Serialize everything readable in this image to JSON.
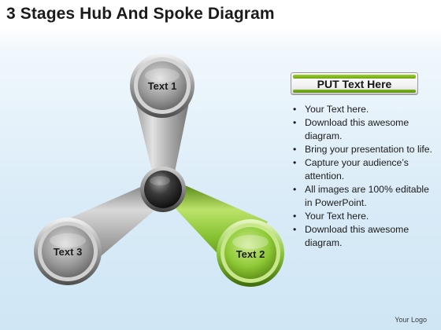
{
  "slide": {
    "title": "3 Stages Hub And Spoke Diagram",
    "logo_text": "Your Logo"
  },
  "diagram": {
    "nodes": [
      {
        "label": "Text 1",
        "color": "grey"
      },
      {
        "label": "Text 2",
        "color": "green"
      },
      {
        "label": "Text 3",
        "color": "grey"
      }
    ],
    "colors": {
      "accent_green": "#8cc63f",
      "hub_dark": "#2b2b2b",
      "spoke_grey": "#a6a6a6"
    }
  },
  "panel": {
    "header": "PUT Text Here",
    "bullets": [
      "Your Text here.",
      "Download this awesome diagram.",
      "Bring your presentation to life.",
      "Capture your audience’s attention.",
      "All images are 100% editable in PowerPoint.",
      "Your Text here.",
      "Download this awesome diagram."
    ]
  }
}
